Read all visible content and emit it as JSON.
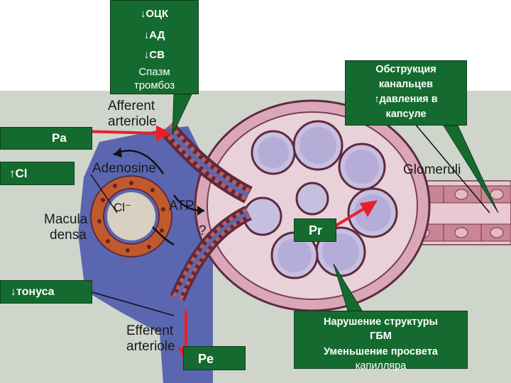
{
  "callouts": {
    "top": [
      "↓ОЦК",
      "↓АД",
      "↓СВ",
      "Спазм",
      "тромбоз"
    ],
    "right": [
      "Обструкция",
      "канальцев",
      "↑давления в",
      "капсуле"
    ],
    "bottom": [
      "Нарушение структуры",
      "ГБМ",
      "Уменьшение просвета",
      "капилляра"
    ]
  },
  "tags": {
    "pa": "Pa",
    "cl": "↑Cl",
    "tonus": "↓тонуса",
    "pr": "Pr",
    "pe": "Pe"
  },
  "labels": {
    "afferent": [
      "Afferent",
      "arteriole"
    ],
    "adenosine": "Adenosine",
    "atp": "ATP",
    "question": "?",
    "macula": [
      "Macula",
      "densa"
    ],
    "cl_ion": "Cl⁻",
    "efferent": [
      "Efferent",
      "arteriole"
    ],
    "glomerulus": "Glomeruli"
  },
  "colors": {
    "callout_green": "#156b2f",
    "arrow_red": "#e8202a",
    "vessel_blue": "#5b66b0",
    "capsule_pink": "#d9a7b8",
    "glomerulus_lavender": "#c7bfe0",
    "tubule_red": "#b5483f"
  }
}
